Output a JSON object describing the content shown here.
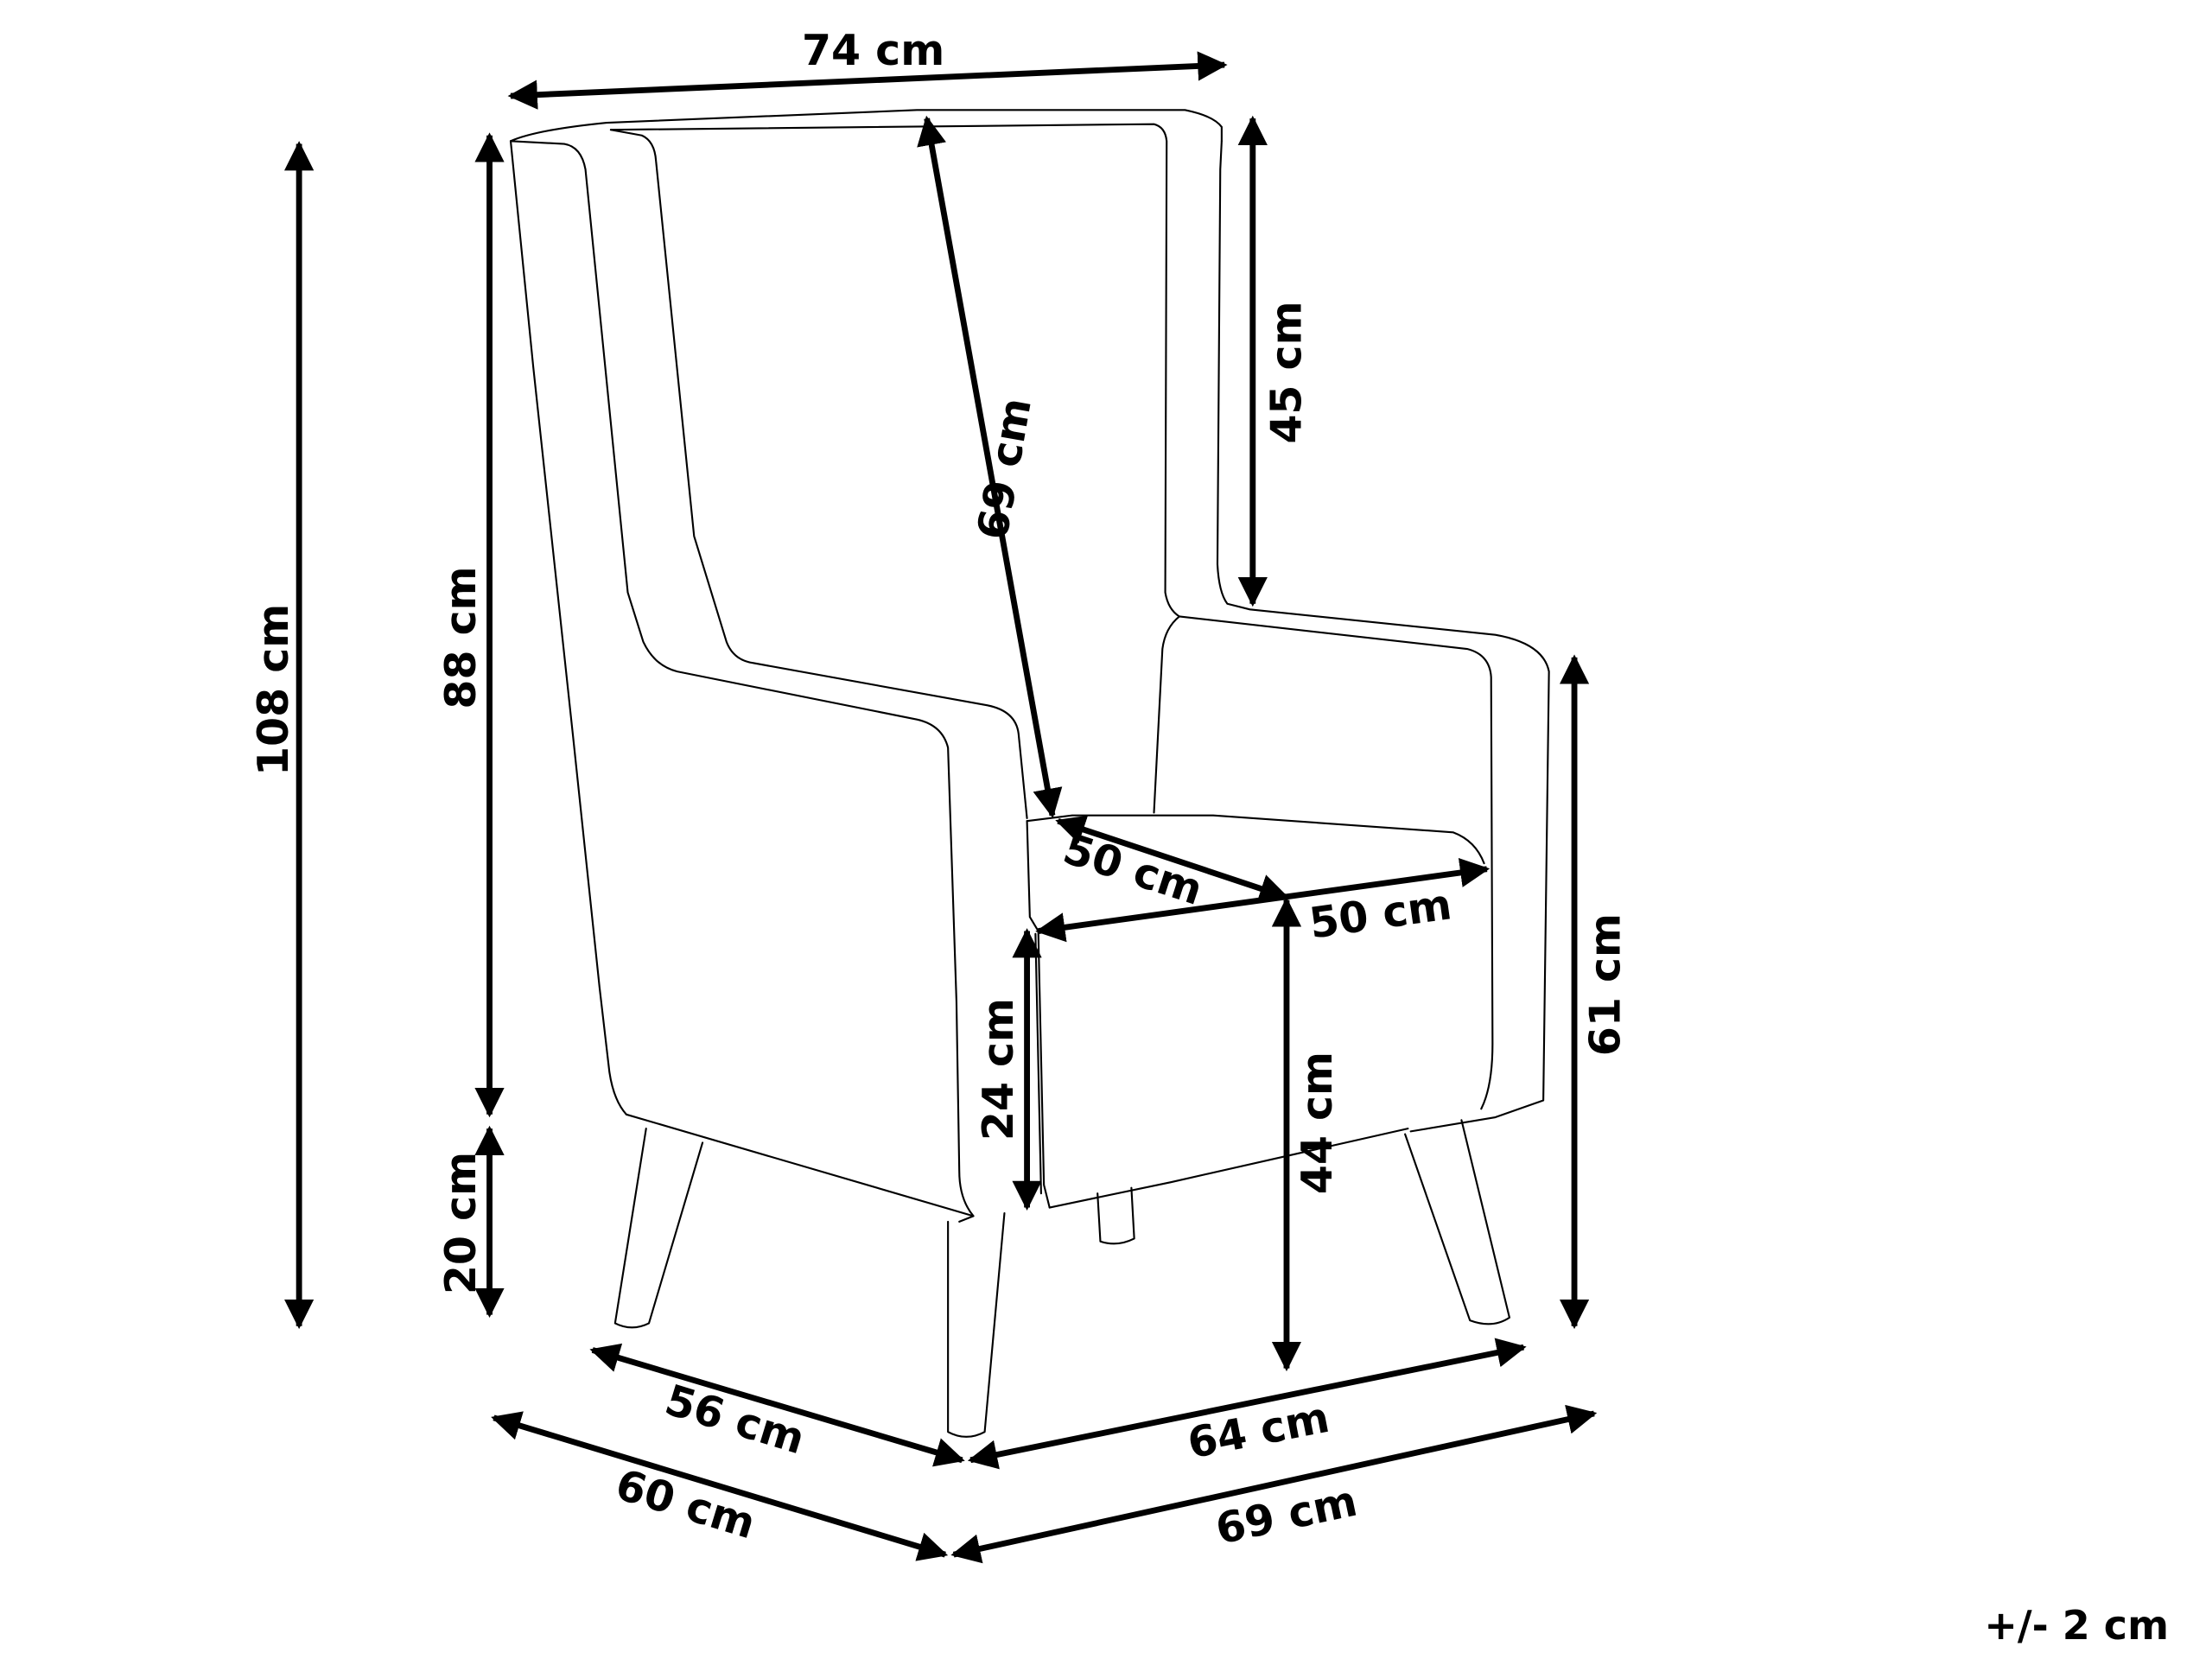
{
  "diagram": {
    "subject": "wingback armchair",
    "type": "dimension drawing",
    "units": "cm",
    "tolerance_label": "+/- 2 cm",
    "dimensions": {
      "overall_width_top": "74 cm",
      "overall_height": "108 cm",
      "height_without_legs": "88 cm",
      "leg_height": "20 cm",
      "backrest_height": "69 cm",
      "wing_height_above_armrest": "45 cm",
      "seat_depth": "50 cm",
      "seat_width": "50 cm",
      "front_panel_height": "24 cm",
      "seat_height": "44 cm",
      "armrest_height": "61 cm",
      "leg_footprint_depth": "56 cm",
      "leg_footprint_width": "64 cm",
      "overall_depth": "60 cm",
      "overall_width_base": "69 cm"
    }
  }
}
